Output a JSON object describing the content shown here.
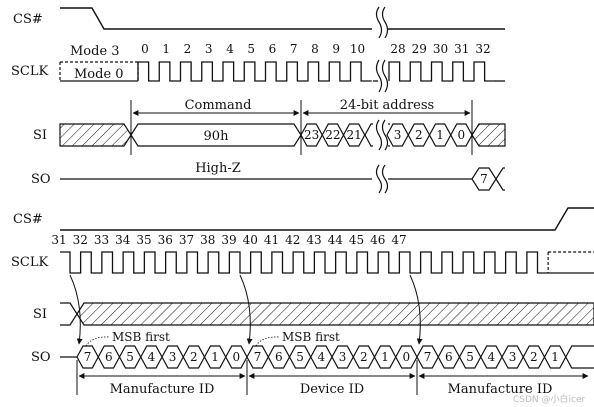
{
  "signals": {
    "cs": "CS#",
    "sclk": "SCLK",
    "si": "SI",
    "so": "SO"
  },
  "top": {
    "mode3": "Mode 3",
    "mode0": "Mode 0",
    "clock_numbers_left": [
      "0",
      "1",
      "2",
      "3",
      "4",
      "5",
      "6",
      "7",
      "8",
      "9",
      "10"
    ],
    "clock_numbers_right": [
      "28",
      "29",
      "30",
      "31",
      "32"
    ],
    "command_label": "Command",
    "command_value": "90h",
    "address_label": "24-bit address",
    "si_address_left": [
      "23",
      "22",
      "21"
    ],
    "si_address_right": [
      "3",
      "2",
      "1",
      "0"
    ],
    "so_state": "High-Z",
    "so_first_bit": "7"
  },
  "bottom": {
    "clock_numbers": [
      "31",
      "32",
      "33",
      "34",
      "35",
      "36",
      "37",
      "38",
      "39",
      "40",
      "41",
      "42",
      "43",
      "44",
      "45",
      "46",
      "47"
    ],
    "msb_first": "MSB first",
    "bits_manufacturer": [
      "7",
      "6",
      "5",
      "4",
      "3",
      "2",
      "1",
      "0"
    ],
    "bits_device": [
      "7",
      "6",
      "5",
      "4",
      "3",
      "2",
      "1",
      "0"
    ],
    "bits_repeat": [
      "7",
      "6",
      "5",
      "4",
      "3",
      "2",
      "1"
    ],
    "manufacture_id": "Manufacture ID",
    "device_id": "Device ID",
    "manufacture_id_repeat": "Manufacture ID"
  },
  "watermark": "CSDN @小白icer"
}
